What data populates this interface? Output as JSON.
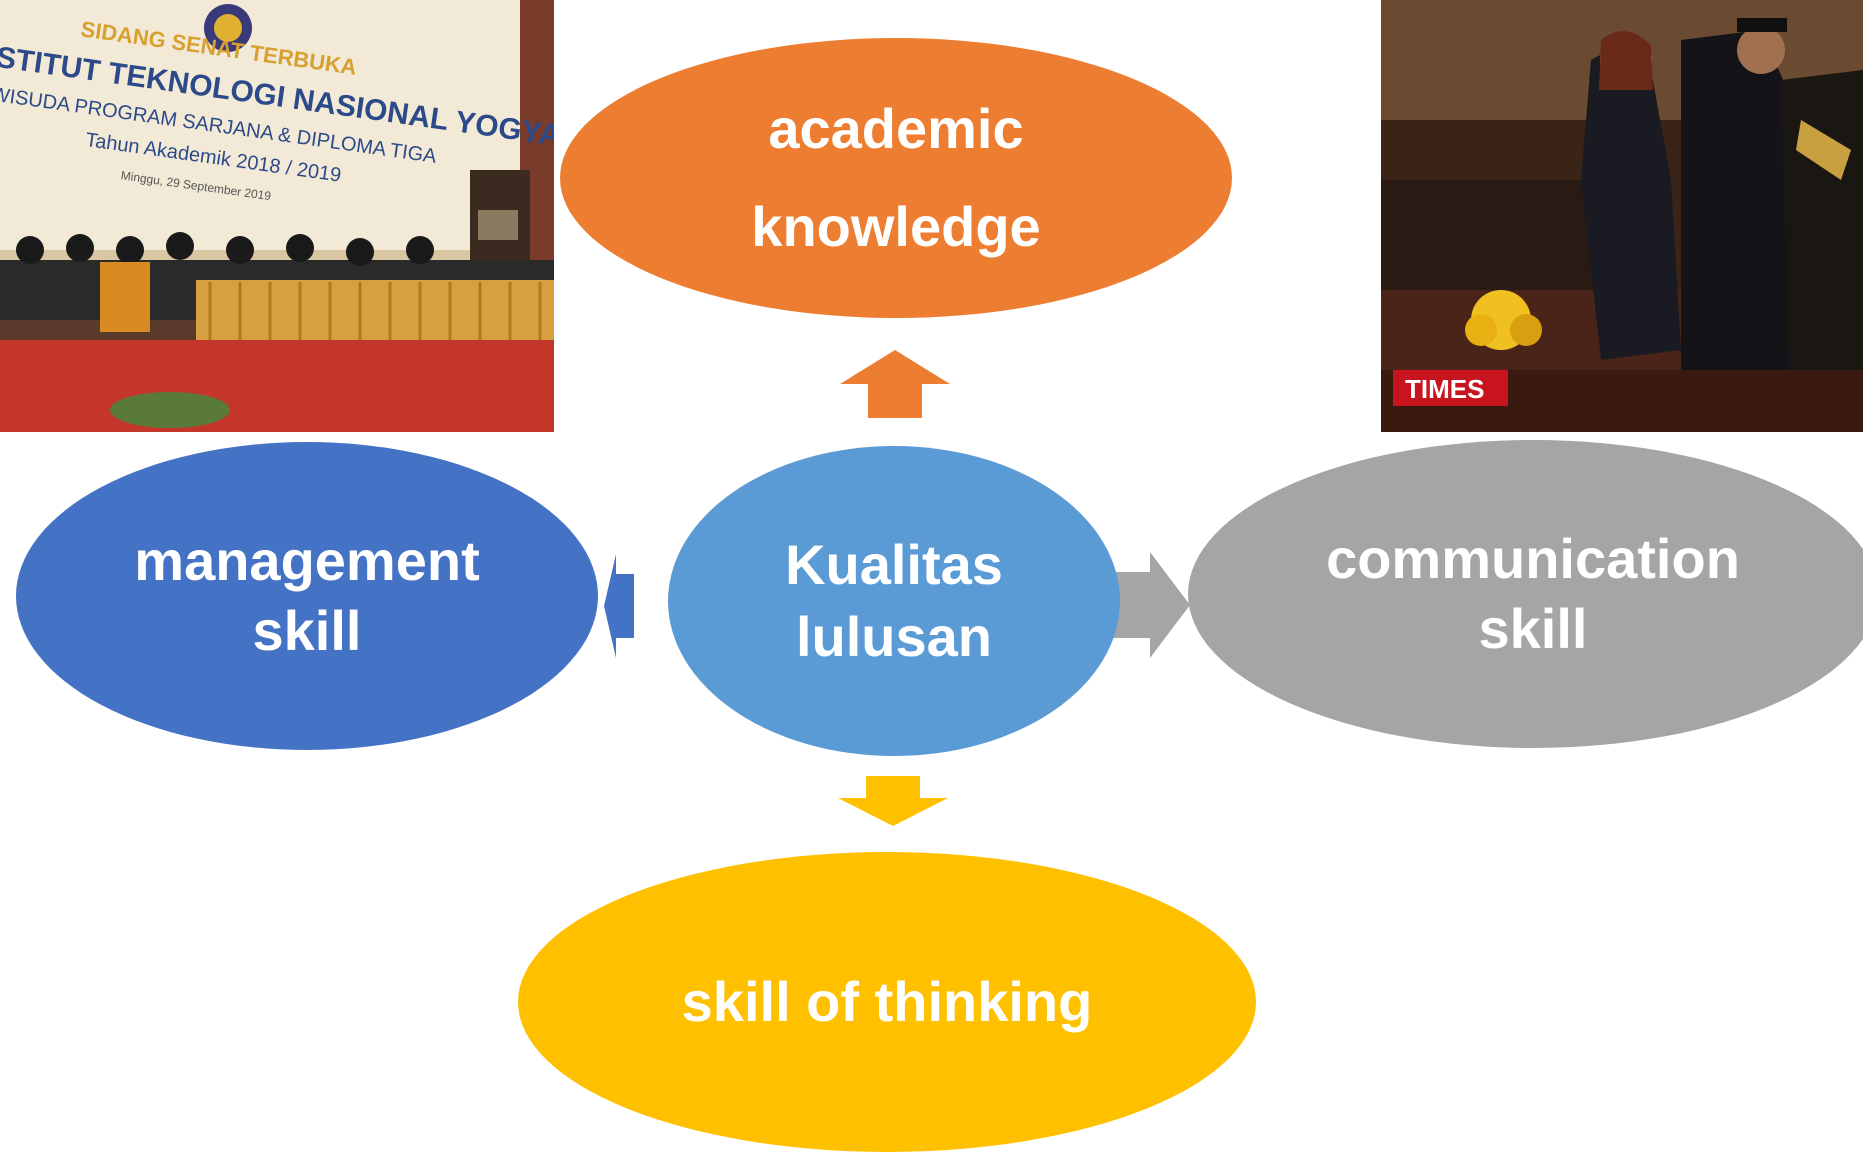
{
  "nodes": {
    "academic": "academic\nknowledge",
    "management": "management\nskill",
    "center": "Kualitas\nlulusan",
    "communication": "communication\nskill",
    "thinking": "skill of thinking"
  },
  "photos": {
    "left": {
      "banner_line1": "SIDANG SENAT TERBUKA",
      "banner_line2": "STITUT TEKNOLOGI NASIONAL YOGYAKARTA",
      "banner_line3": "WISUDA PROGRAM SARJANA & DIPLOMA TIGA",
      "banner_line4": "Tahun Akademik 2018 / 2019",
      "banner_line5": "Minggu, 29 September 2019"
    },
    "right": {
      "watermark": "TIMES"
    }
  },
  "colors": {
    "academic": "#ED7D31",
    "management": "#4472C4",
    "center": "#5B9BD5",
    "communication": "#A5A5A5",
    "thinking": "#FFC000"
  }
}
